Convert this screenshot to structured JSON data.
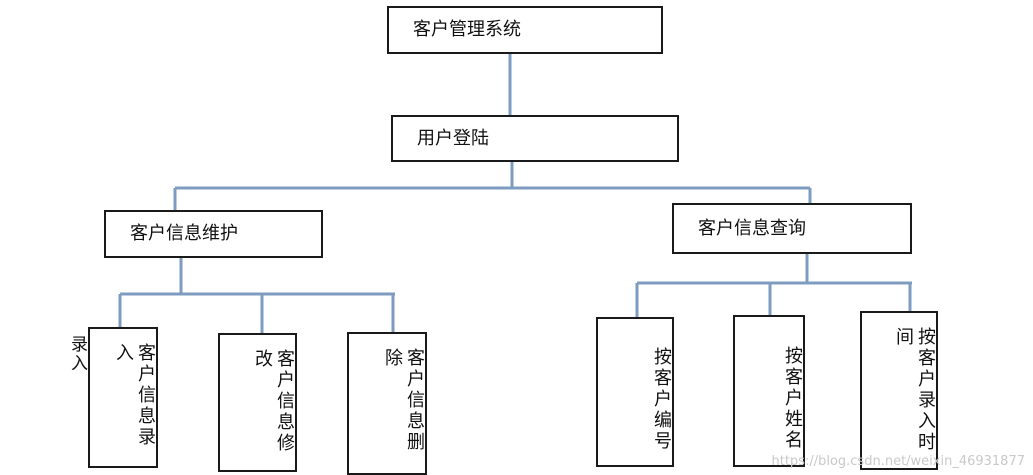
{
  "diagram": {
    "root": "客户管理系统",
    "login": "用户登陆",
    "branches": [
      {
        "label": "客户信息维护",
        "children": [
          "客户信息录入",
          "客户信息修改",
          "客户信息删除"
        ]
      },
      {
        "label": "客户信息查询",
        "children": [
          "按客户编号",
          "按客户姓名",
          "按客户录入时间"
        ]
      }
    ],
    "stray_text": "录入",
    "connector_color": "#7d9cc0"
  },
  "watermark": "https://blog.csdn.net/weixin_46931877"
}
